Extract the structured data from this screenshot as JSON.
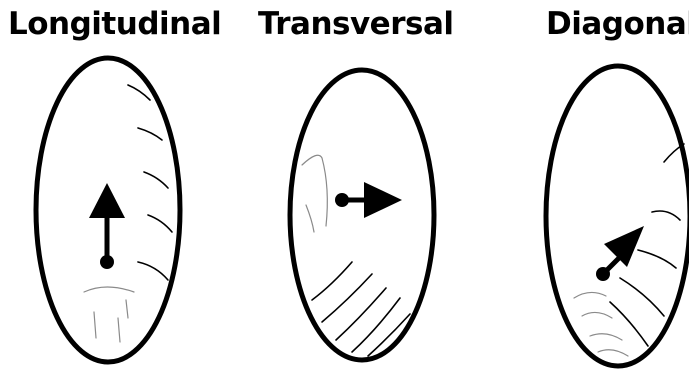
{
  "panels": [
    {
      "title": "Longitudinal",
      "direction": "up"
    },
    {
      "title": "Transversal",
      "direction": "right"
    },
    {
      "title": "Diagonal",
      "direction": "up-right"
    }
  ],
  "colors": {
    "outline": "#000000",
    "fill": "#ffffff",
    "grain": "#000000",
    "faint": "#8a8a8a"
  }
}
